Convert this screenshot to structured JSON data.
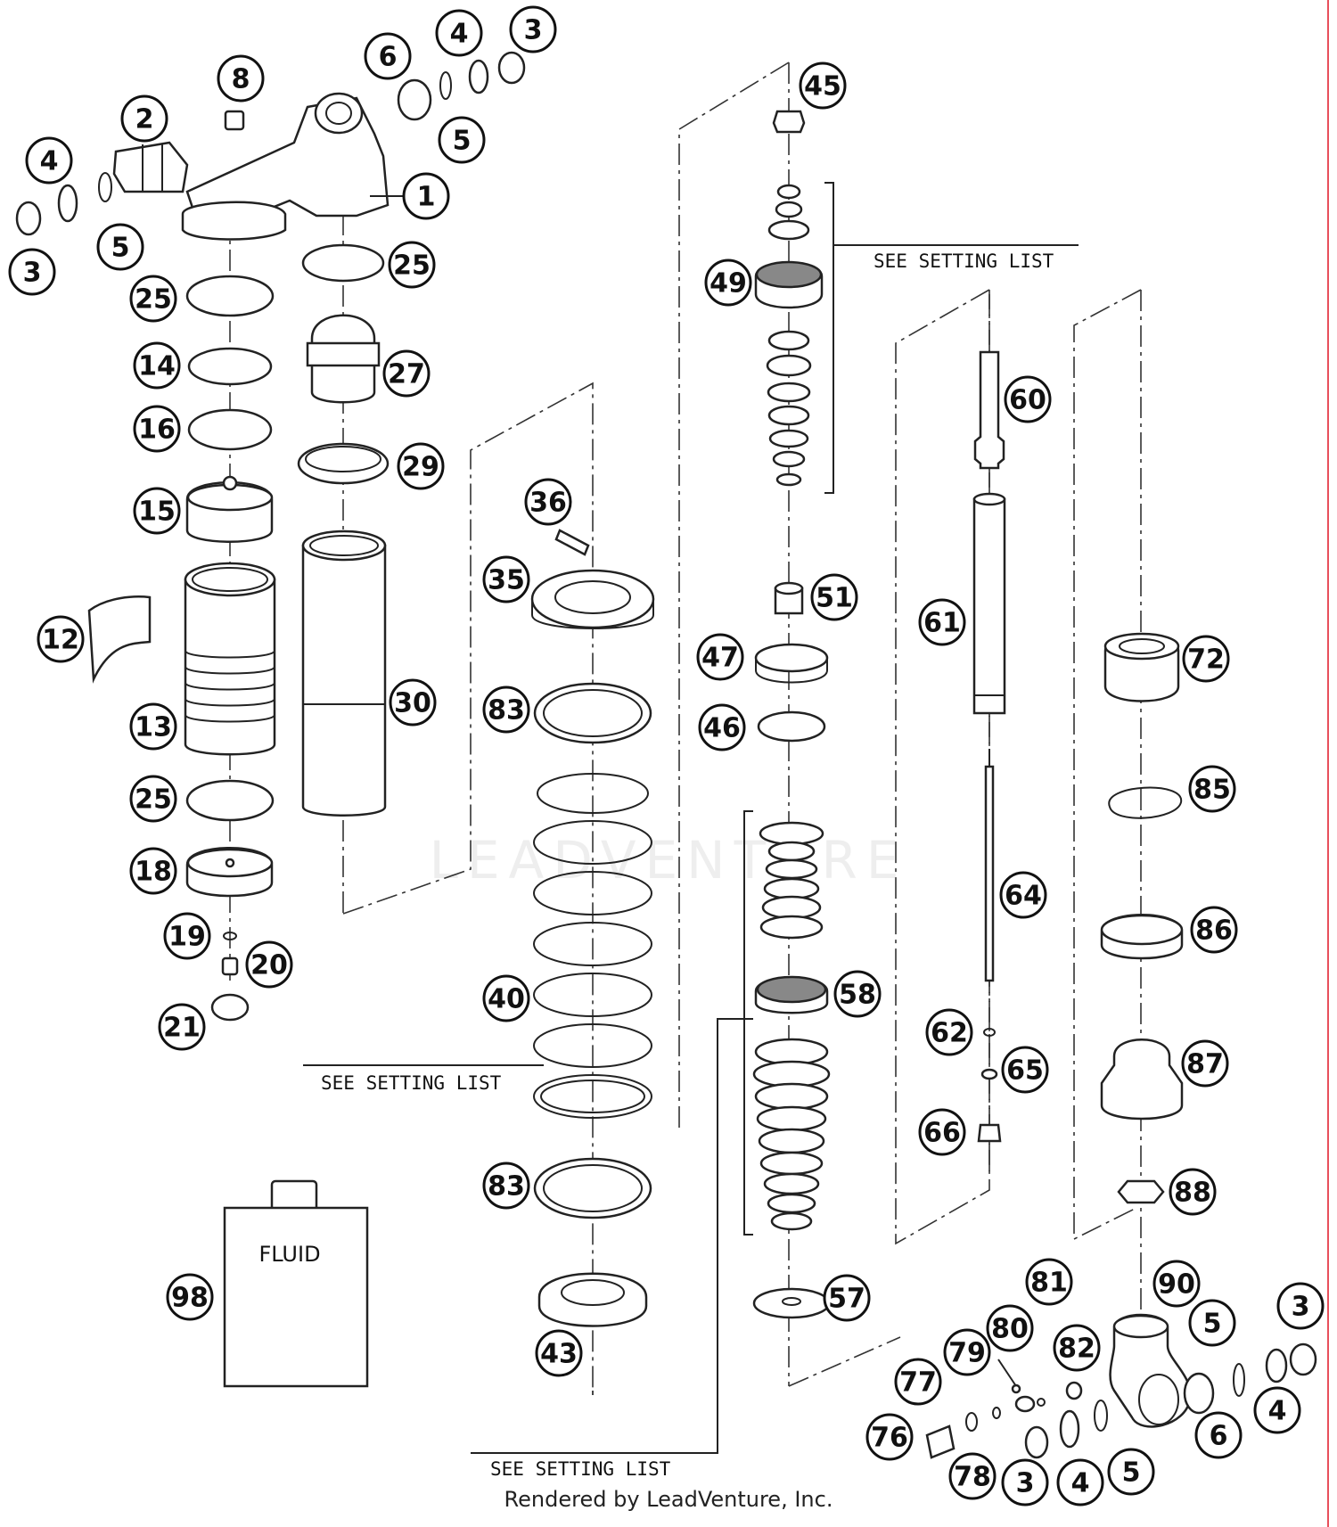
{
  "callouts": [
    {
      "number": "1"
    },
    {
      "number": "2"
    },
    {
      "number": "3"
    },
    {
      "number": "4"
    },
    {
      "number": "5"
    },
    {
      "number": "6"
    },
    {
      "number": "8"
    },
    {
      "number": "4"
    },
    {
      "number": "3"
    },
    {
      "number": "5"
    },
    {
      "number": "25"
    },
    {
      "number": "14"
    },
    {
      "number": "16"
    },
    {
      "number": "15"
    },
    {
      "number": "12"
    },
    {
      "number": "13"
    },
    {
      "number": "25"
    },
    {
      "number": "18"
    },
    {
      "number": "19"
    },
    {
      "number": "20"
    },
    {
      "number": "21"
    },
    {
      "number": "25"
    },
    {
      "number": "27"
    },
    {
      "number": "29"
    },
    {
      "number": "30"
    },
    {
      "number": "36"
    },
    {
      "number": "35"
    },
    {
      "number": "83"
    },
    {
      "number": "40"
    },
    {
      "number": "83"
    },
    {
      "number": "43"
    },
    {
      "number": "98"
    },
    {
      "number": "45"
    },
    {
      "number": "49"
    },
    {
      "number": "51"
    },
    {
      "number": "47"
    },
    {
      "number": "46"
    },
    {
      "number": "58"
    },
    {
      "number": "57"
    },
    {
      "number": "60"
    },
    {
      "number": "61"
    },
    {
      "number": "64"
    },
    {
      "number": "62"
    },
    {
      "number": "65"
    },
    {
      "number": "66"
    },
    {
      "number": "72"
    },
    {
      "number": "85"
    },
    {
      "number": "86"
    },
    {
      "number": "87"
    },
    {
      "number": "88"
    },
    {
      "number": "90"
    },
    {
      "number": "81"
    },
    {
      "number": "80"
    },
    {
      "number": "79"
    },
    {
      "number": "82"
    },
    {
      "number": "77"
    },
    {
      "number": "76"
    },
    {
      "number": "78"
    },
    {
      "number": "3"
    },
    {
      "number": "4"
    },
    {
      "number": "5"
    },
    {
      "number": "5"
    },
    {
      "number": "6"
    },
    {
      "number": "4"
    },
    {
      "number": "3"
    }
  ],
  "labels": {
    "setting_list_top": "SEE SETTING LIST",
    "setting_list_mid": "SEE SETTING LIST",
    "setting_list_bottom": "SEE SETTING LIST",
    "fluid": "FLUID",
    "watermark": "LEADVENTURE",
    "footer": "Rendered by LeadVenture, Inc."
  }
}
